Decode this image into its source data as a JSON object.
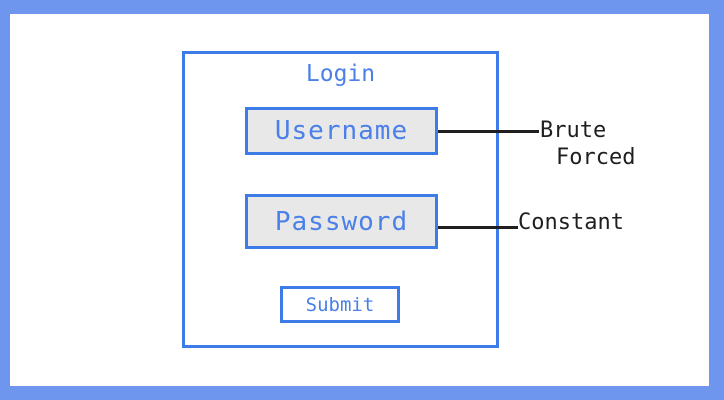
{
  "diagram": {
    "title": "Login",
    "username_label": "Username",
    "password_label": "Password",
    "submit_label": "Submit",
    "annotations": {
      "username_line1": "Brute",
      "username_line2": "Forced",
      "password": "Constant"
    }
  },
  "colors": {
    "frame-blue": "#6e96ee",
    "border-blue": "#3d7ce8",
    "text-blue": "#4a80e8",
    "field-fill": "#e8e8e8",
    "ink": "#1f1f1f",
    "background": "#ffffff"
  }
}
